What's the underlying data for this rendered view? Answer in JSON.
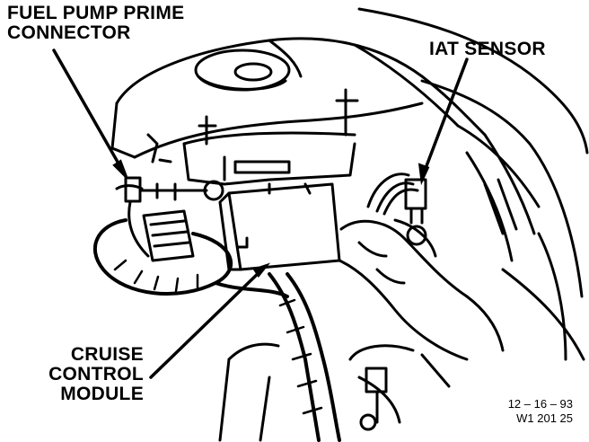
{
  "labels": {
    "fuel_pump_prime_connector": [
      "FUEL PUMP PRIME",
      "CONNECTOR"
    ],
    "iat_sensor": "IAT SENSOR",
    "cruise_control_module": [
      "CRUISE",
      "CONTROL",
      "MODULE"
    ]
  },
  "figure_code": {
    "date": "12 – 16 – 93",
    "ref": "W1 201 25"
  },
  "colors": {
    "ink": "#000000",
    "paper": "#ffffff"
  }
}
